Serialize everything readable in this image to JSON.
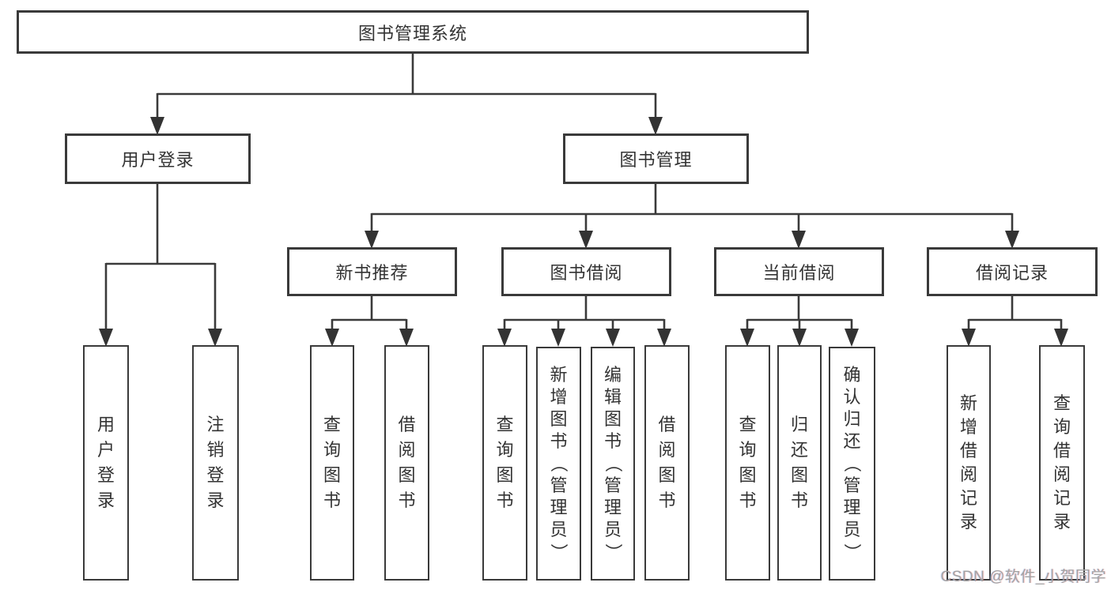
{
  "tree": {
    "root": {
      "label": "图书管理系统"
    },
    "level2": [
      {
        "id": "user-login",
        "label": "用户登录",
        "children": [
          {
            "label": "用户登录"
          },
          {
            "label": "注销登录"
          }
        ]
      },
      {
        "id": "book-management",
        "label": "图书管理",
        "children": [
          {
            "id": "new-book-recommend",
            "label": "新书推荐",
            "children": [
              {
                "label": "查询图书"
              },
              {
                "label": "借阅图书"
              }
            ]
          },
          {
            "id": "book-borrow",
            "label": "图书借阅",
            "children": [
              {
                "label": "查询图书"
              },
              {
                "label": "新增图书（管理员）"
              },
              {
                "label": "编辑图书（管理员）"
              },
              {
                "label": "借阅图书"
              }
            ]
          },
          {
            "id": "current-borrow",
            "label": "当前借阅",
            "children": [
              {
                "label": "查询图书"
              },
              {
                "label": "归还图书"
              },
              {
                "label": "确认归还（管理员）"
              }
            ]
          },
          {
            "id": "borrow-record",
            "label": "借阅记录",
            "children": [
              {
                "label": "新增借阅记录"
              },
              {
                "label": "查询借阅记录"
              }
            ]
          }
        ]
      }
    ]
  },
  "colors": {
    "line": "#3a3a3a",
    "border": "#3a3a3a",
    "text": "#333333",
    "watermark": "#a3a3a3"
  },
  "watermark": {
    "text": "CSDN @软件_小贺同学"
  }
}
